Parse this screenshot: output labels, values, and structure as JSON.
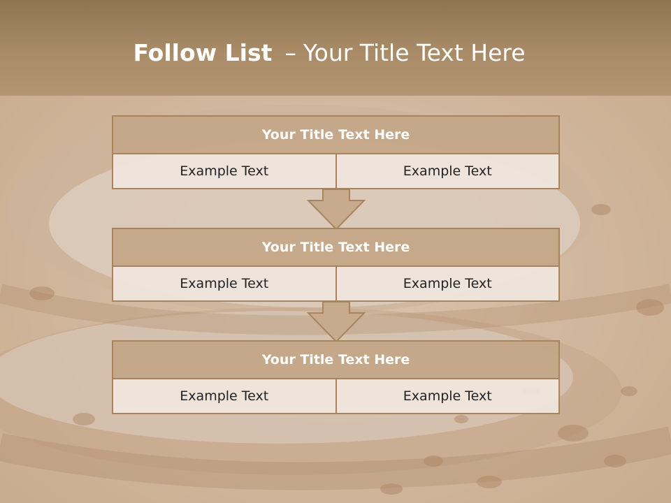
{
  "slide": {
    "title_bold": "Follow List",
    "title_separator": "–",
    "title_rest": "Your Title Text Here"
  },
  "blocks": [
    {
      "title": "Your Title Text Here",
      "left": "Example Text",
      "right": "Example Text"
    },
    {
      "title": "Your Title Text Here",
      "left": "Example Text",
      "right": "Example Text"
    },
    {
      "title": "Your Title Text Here",
      "left": "Example Text",
      "right": "Example Text"
    }
  ],
  "colors": {
    "header": "#a98b67",
    "block_title_fill": "#c4a688",
    "block_border": "#a8845e",
    "cell_fill": "#f0e6de",
    "arrow_fill": "#c8aa8c"
  }
}
